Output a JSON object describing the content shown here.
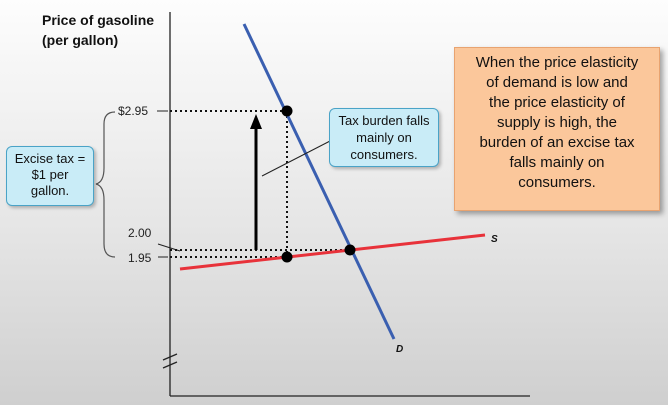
{
  "axis": {
    "y_title_line1": "Price of gasoline",
    "y_title_line2": "(per gallon)",
    "tick_high": "$2.95",
    "tick_mid": "2.00",
    "tick_low": "1.95"
  },
  "curves": {
    "supply_label": "S",
    "demand_label": "D",
    "supply_color": "#e8323a",
    "demand_color": "#3a5fb0"
  },
  "excise_box": {
    "line1": "Excise tax =",
    "line2": "$1 per",
    "line3": "gallon."
  },
  "burden_box": {
    "line1": "Tax burden falls",
    "line2": "mainly on",
    "line3": "consumers."
  },
  "info_box": {
    "line1": "When the price elasticity",
    "line2": "of demand is low and",
    "line3": "the price elasticity of",
    "line4": "supply is high, the",
    "line5": "burden of an excise tax",
    "line6": "falls mainly on",
    "line7": "consumers."
  },
  "chart_data": {
    "type": "line",
    "y_ticks": [
      {
        "label": "$2.95",
        "value": 2.95
      },
      {
        "label": "2.00",
        "value": 2.0
      },
      {
        "label": "1.95",
        "value": 1.95
      }
    ],
    "series": [
      {
        "name": "S"
      },
      {
        "name": "D"
      }
    ],
    "tax_per_gallon": 1.0,
    "equilibrium_price_before_tax": 2.0,
    "price_paid_by_consumers": 2.95,
    "price_received_by_producers": 1.95
  }
}
